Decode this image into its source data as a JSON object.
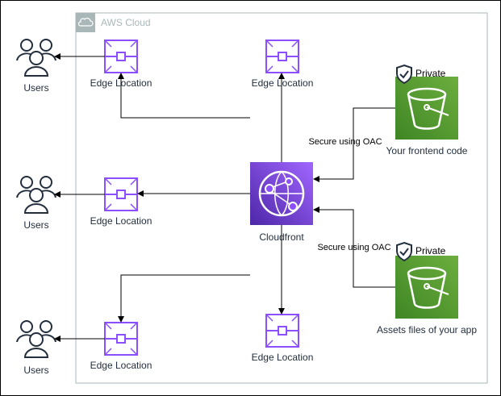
{
  "cloud": {
    "label": "AWS Cloud",
    "border_color": "#aab7b8"
  },
  "users": [
    {
      "label": "Users"
    },
    {
      "label": "Users"
    },
    {
      "label": "Users"
    }
  ],
  "edge_locations": [
    {
      "label": "Edge Location"
    },
    {
      "label": "Edge Location"
    },
    {
      "label": "Edge Location"
    },
    {
      "label": "Edge Location"
    },
    {
      "label": "Edge Location"
    }
  ],
  "cloudfront": {
    "label": "Cloudfront",
    "color": "#8c4fff"
  },
  "buckets": [
    {
      "label": "Your frontend code",
      "badge": "Private",
      "link_label": "Secure using OAC"
    },
    {
      "label": "Assets files of your app",
      "badge": "Private",
      "link_label": "Secure using OAC"
    }
  ],
  "colors": {
    "edge_purple": "#8c4fff",
    "s3_green_top": "#3f8624",
    "s3_green_bottom": "#6cae3e",
    "line": "#000000"
  }
}
